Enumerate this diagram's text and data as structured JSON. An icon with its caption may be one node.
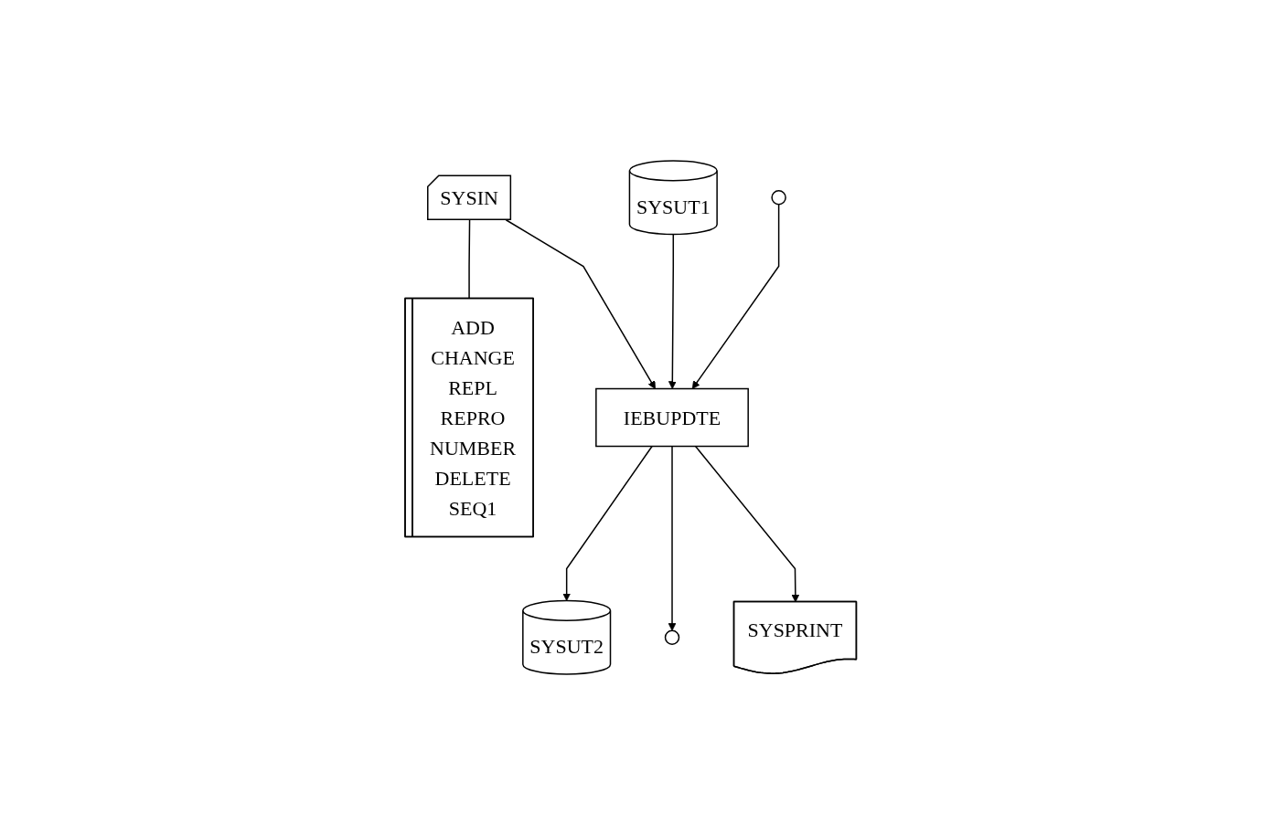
{
  "diagram": {
    "nodes": [
      {
        "text": [
          "SYSIN"
        ]
      },
      {
        "text": [
          "ADD",
          "CHANGE",
          "REPL",
          "REPRO",
          "NUMBER",
          "DELETE",
          "SEQ1"
        ]
      },
      {
        "text": [
          "IEBUPDTE"
        ]
      },
      {
        "text": [
          "SYSUT1"
        ]
      },
      {
        "text": [],
        "shape": "circle"
      },
      {
        "text": [
          "SYSUT2"
        ]
      },
      {
        "text": [],
        "shape": "circle"
      },
      {
        "text": [
          "SYSPRINT"
        ]
      }
    ],
    "edges": [
      {
        "from": 0,
        "to": 2,
        "arrow": "to"
      },
      {
        "from": 0,
        "to": 1,
        "arrow": "none"
      },
      {
        "from": 3,
        "to": 2,
        "arrow": "to"
      },
      {
        "from": 4,
        "to": 2,
        "arrow": "to"
      },
      {
        "from": 2,
        "to": 5,
        "arrow": "to"
      },
      {
        "from": 2,
        "to": 6,
        "arrow": "to"
      },
      {
        "from": 2,
        "to": 7,
        "arrow": "to"
      }
    ]
  }
}
